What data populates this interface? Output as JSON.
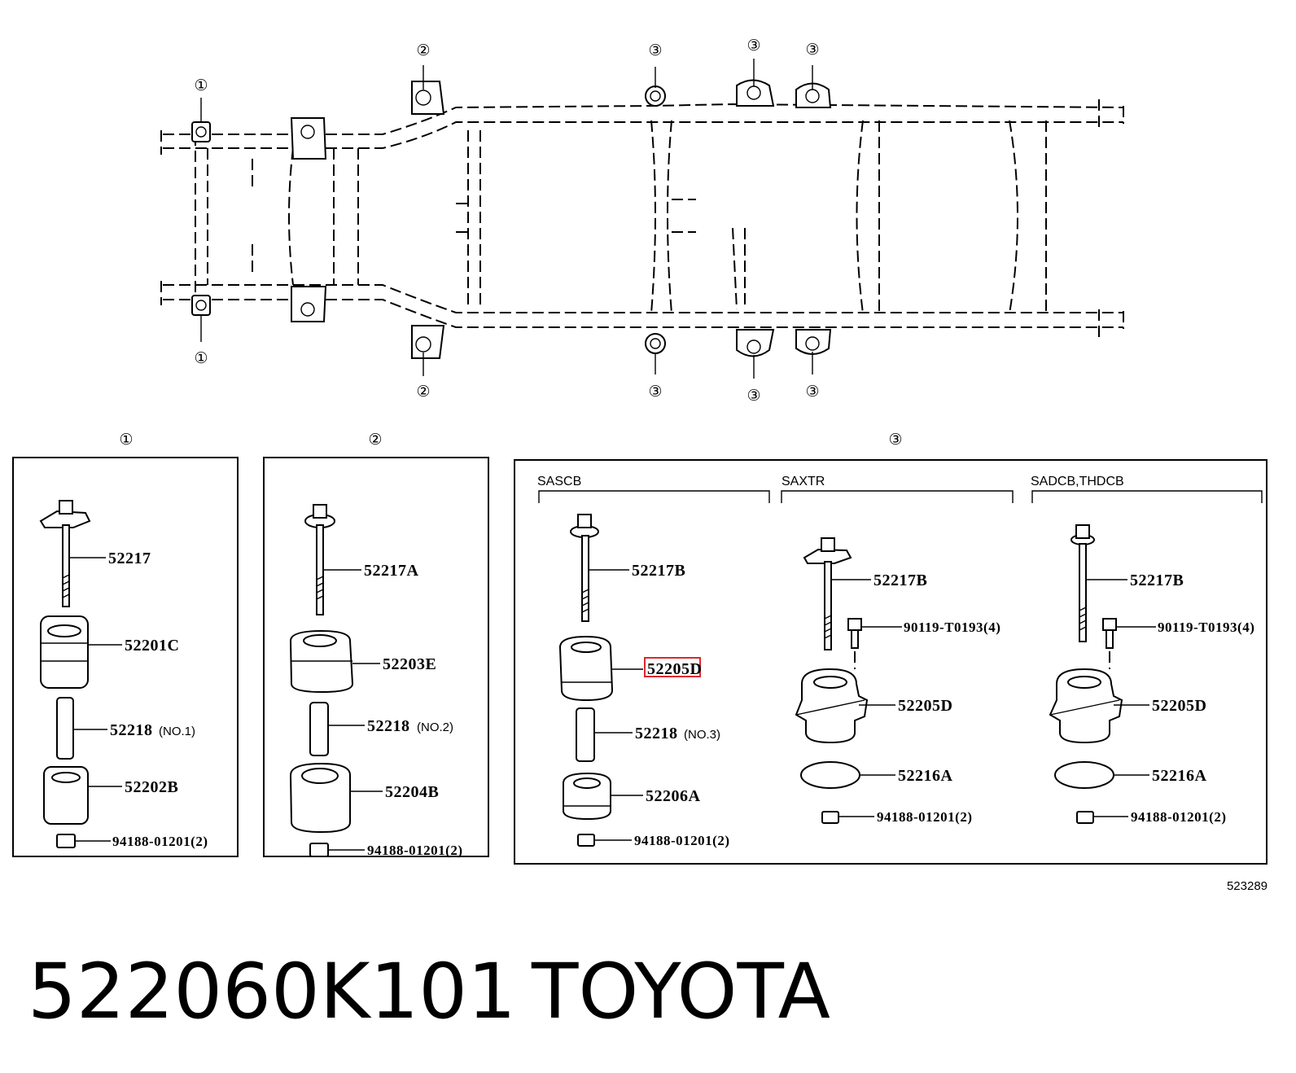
{
  "callouts": {
    "c1": "①",
    "c2": "②",
    "c3": "③"
  },
  "group_heads": {
    "g1": "①",
    "g2": "②",
    "g3": "③"
  },
  "variants": {
    "v1": "SASCB",
    "v2": "SAXTR",
    "v3": "SADCB,THDCB"
  },
  "box1": {
    "p1": "52217",
    "p2": "52201C",
    "p3": "52218",
    "p3_note": "(NO.1)",
    "p4": "52202B",
    "p5": "94188-01201(2)"
  },
  "box2": {
    "p1": "52217A",
    "p2": "52203E",
    "p3": "52218",
    "p3_note": "(NO.2)",
    "p4": "52204B",
    "p5": "94188-01201(2)"
  },
  "box3a": {
    "p1": "52217B",
    "p2": "52205D",
    "p3": "52218",
    "p3_note": "(NO.3)",
    "p4": "52206A",
    "p5": "94188-01201(2)"
  },
  "box3b": {
    "p1": "52217B",
    "p2": "90119-T0193(4)",
    "p3": "52205D",
    "p4": "52216A",
    "p5": "94188-01201(2)"
  },
  "box3c": {
    "p1": "52217B",
    "p2": "90119-T0193(4)",
    "p3": "52205D",
    "p4": "52216A",
    "p5": "94188-01201(2)"
  },
  "figure_ref": "523289",
  "caption": {
    "part_number": "522060K101",
    "brand": "TOYOTA"
  },
  "highlight_color": "#e0262d"
}
